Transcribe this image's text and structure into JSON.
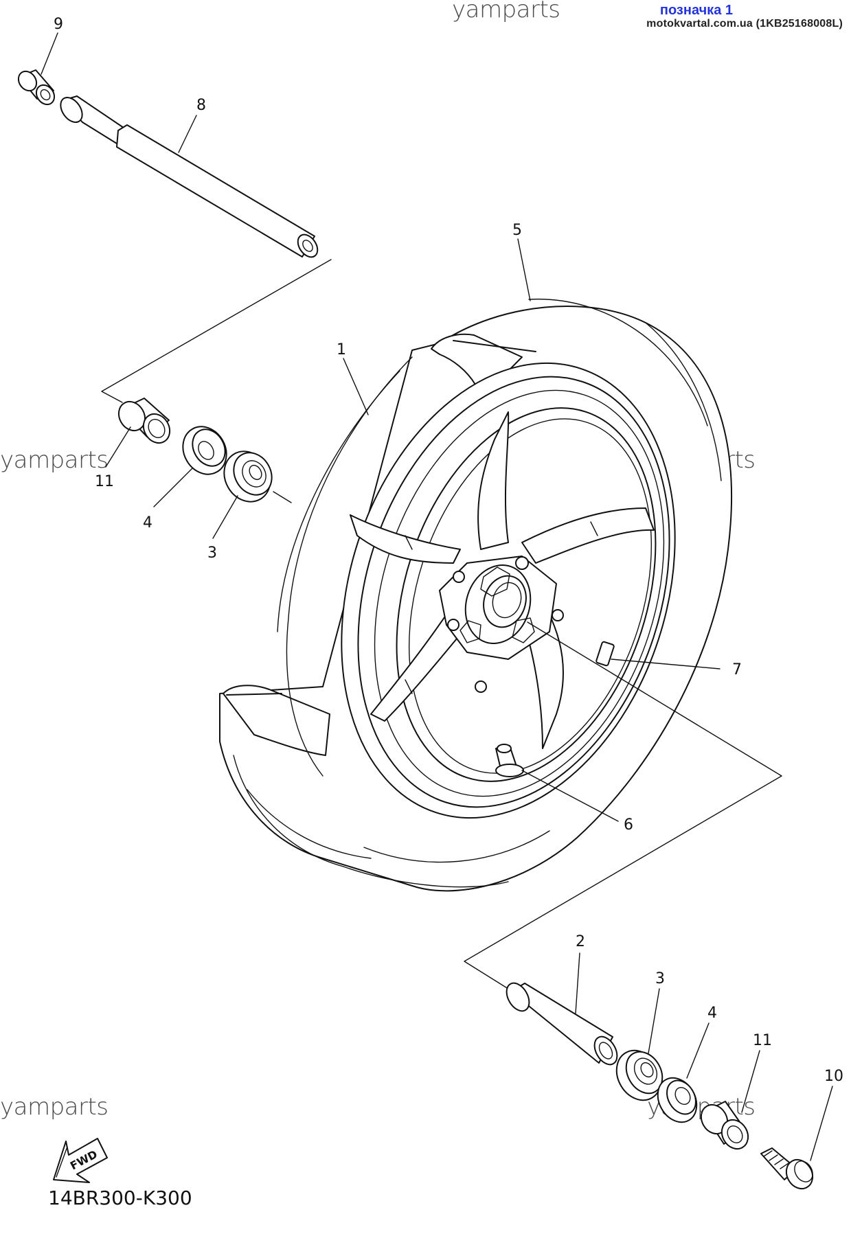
{
  "header": {
    "link_label": "позначка 1",
    "source_line": "motokvartal.com.ua (1KB25168008L)"
  },
  "watermarks": [
    "yamparts",
    "yamparts",
    "yamparts",
    "yamparts",
    "yamparts",
    "yamparts"
  ],
  "diagram_code": "14BR300-K300",
  "fwd_label": "FWD",
  "callouts": [
    "9",
    "8",
    "5",
    "1",
    "11",
    "4",
    "3",
    "7",
    "6",
    "2",
    "3",
    "4",
    "11",
    "10"
  ],
  "colors": {
    "link": "#2233dd",
    "ink": "#111111",
    "watermark": "#4a4a4a"
  },
  "icons": {
    "fwd_arrow": "fwd-arrow-icon"
  }
}
